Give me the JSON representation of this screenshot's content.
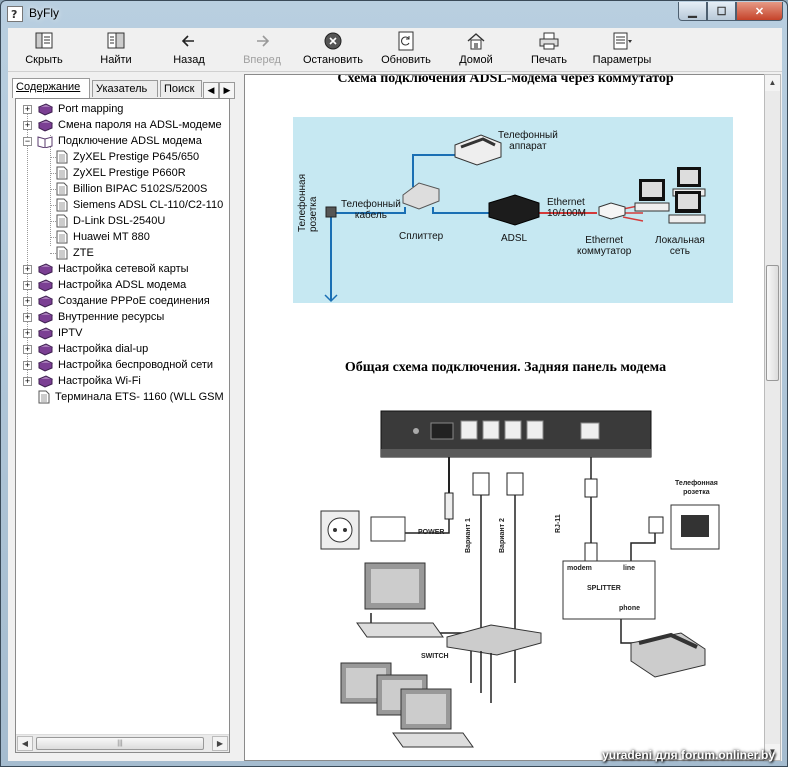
{
  "window": {
    "title": "ByFly"
  },
  "toolbar": {
    "hide": "Скрыть",
    "find": "Найти",
    "back": "Назад",
    "forward": "Вперед",
    "stop": "Остановить",
    "refresh": "Обновить",
    "home": "Домой",
    "print": "Печать",
    "options": "Параметры"
  },
  "tabs": {
    "contents": "Содержание",
    "index": "Указатель",
    "search": "Поиск"
  },
  "tree": {
    "items": [
      "Port mapping",
      "Смена пароля на ADSL-модеме",
      "Подключение ADSL модема",
      "ZyXEL Prestige P645/650",
      "ZyXEL Prestige P660R",
      "Billion BIPAC 5102S/5200S",
      "Siemens ADSL CL-110/C2-110",
      "D-Link DSL-2540U",
      "Huawei MT 880",
      "ZTE",
      "Настройка сетевой карты",
      "Настройка ADSL модема",
      "Создание PPPoE соединения",
      "Внутренние ресурсы",
      "IPTV",
      "Настройка dial-up",
      "Настройка беспроводной сети",
      "Настройка Wi-Fi",
      "Терминала ETS- 1160 (WLL GSM"
    ]
  },
  "content": {
    "heading1": "Схема подключения ADSL-модема через коммутатор",
    "heading2": "Общая схема подключения. Задняя панель модема",
    "diagram1": {
      "phone": "Телефонный\nаппарат",
      "socket": "Телефонная\nрозетка",
      "cable": "Телефонный\nкабель",
      "splitter": "Сплиттер",
      "adsl": "ADSL",
      "ethernet": "Ethernet\n10/100M",
      "switch": "Ethernet\nкоммутатор",
      "lan": "Локальная\nсеть"
    },
    "diagram2": {
      "power": "POWER",
      "variant1": "Вариант 1",
      "variant2": "Вариант 2",
      "rj11": "RJ-11",
      "switch": "SWITCH",
      "wall_socket": "Телефонная\nрозетка",
      "splitter_modem": "modem",
      "splitter_line": "line",
      "splitter_title": "SPLITTER",
      "splitter_phone": "phone"
    }
  },
  "watermark": "yuradeni для forum.onliner.by"
}
